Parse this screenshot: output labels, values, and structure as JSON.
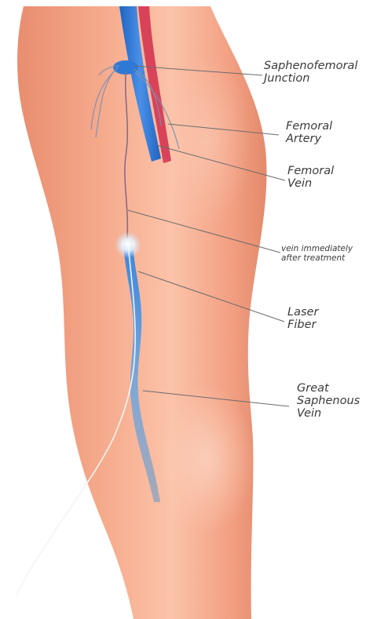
{
  "labels": {
    "saphenofemoral_junction": [
      "Saphenofemoral",
      "Junction"
    ],
    "femoral_artery": [
      "Femoral",
      "Artery"
    ],
    "femoral_vein": [
      "Femoral",
      "Vein"
    ],
    "vein_after_treatment": [
      "vein immediately",
      "after treatment"
    ],
    "laser_fiber": [
      "Laser",
      "Fiber"
    ],
    "great_saphenous_vein": [
      "Great",
      "Saphenous",
      "Vein"
    ]
  },
  "colors": {
    "skin": "#f4a386",
    "skin_highlight": "#fbc6ad",
    "vein": "#2f79d6",
    "artery": "#d8435a",
    "leader_line": "#6b6b6b",
    "label_text": "#3a3a3a"
  }
}
